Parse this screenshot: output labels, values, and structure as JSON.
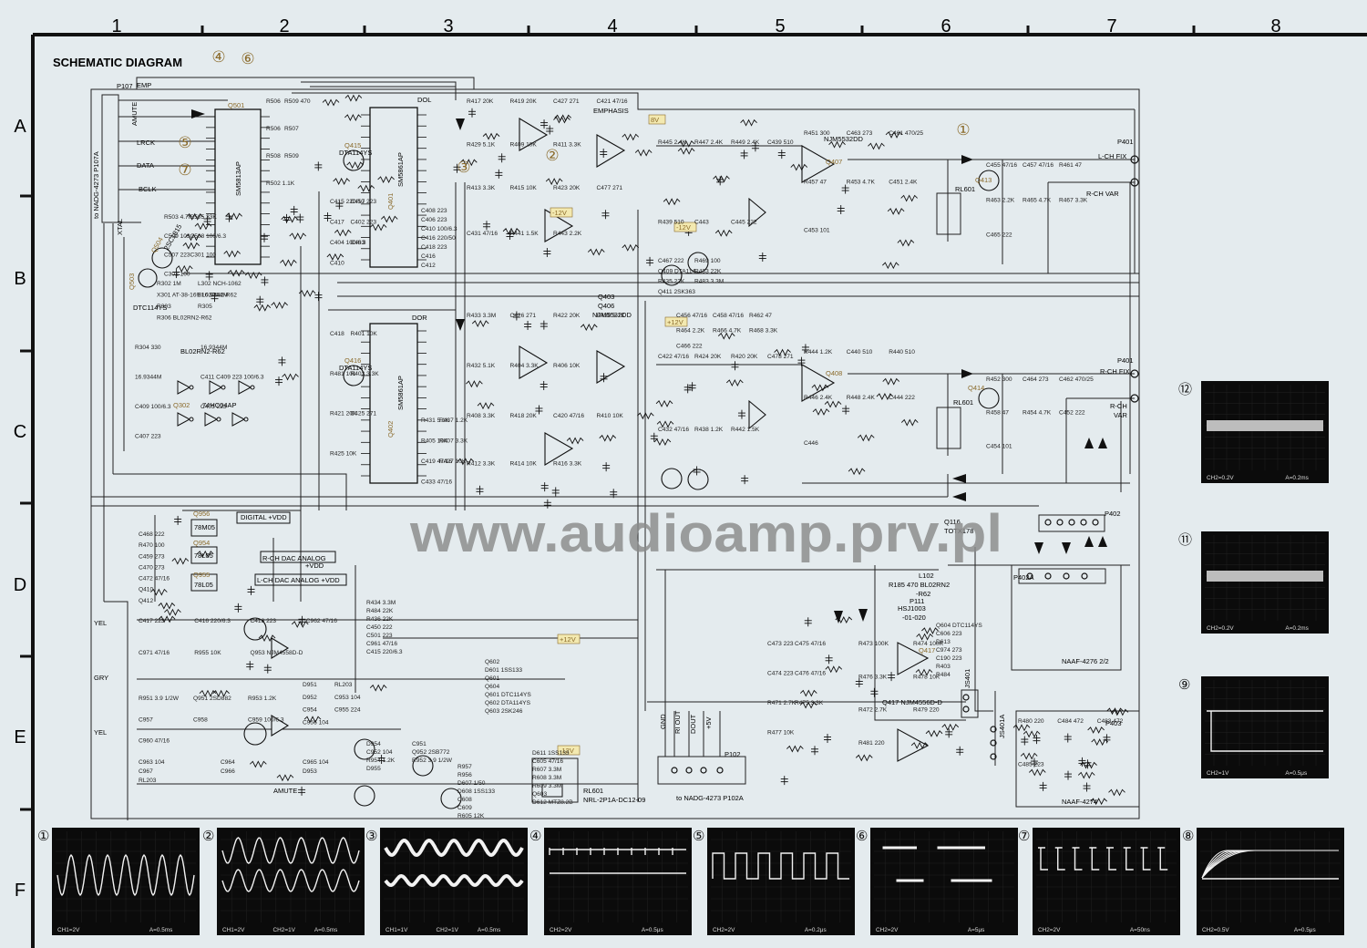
{
  "title": "SCHEMATIC DIAGRAM",
  "watermark": "www.audioamp.prv.pl",
  "grid": {
    "columns": [
      "1",
      "2",
      "3",
      "4",
      "5",
      "6",
      "7",
      "8"
    ],
    "rows": [
      "A",
      "B",
      "C",
      "D",
      "E",
      "F"
    ]
  },
  "callouts": {
    "c1": "①",
    "c2": "②",
    "c3": "③",
    "c4": "④",
    "c5": "⑤",
    "c6": "⑥",
    "c7": "⑦"
  },
  "connectors": {
    "p107": "P107",
    "p107_to": "to NADG-4273  P107A",
    "p107_pins": [
      "EMP",
      "AMUTE",
      "LRCK",
      "DATA",
      "BCLK",
      "XTAL"
    ],
    "p102": "P102",
    "p102_to": "to NADG-4273  P102A",
    "p102_pins": [
      "GND",
      "RI OUT",
      "DOUT",
      "+5V"
    ],
    "p401_top": "P401",
    "l_ch_fix": "L-CH FIX",
    "r_ch_var_top": "R-CH VAR",
    "p401_mid": "P401",
    "r_ch_fix": "R-CH FIX",
    "r_ch_var_mid": "R-CH",
    "var_mid": "VAR",
    "p402": "P402",
    "p402a": "P402A",
    "p403": "P403",
    "js401": "JS401",
    "js401a": "JS401A",
    "naaf_4276": "NAAF-4276  2/2",
    "naaf_4274": "NAAF-4274"
  },
  "ic_labels": {
    "q501": "Q501",
    "sm5813": "SM5813AP",
    "q401": "Q401",
    "sm5861_a": "SM5861AP",
    "q402": "Q402",
    "sm5861_b": "SM5861AP",
    "dol": "DOL",
    "dor": "DOR",
    "q415": "Q415",
    "dta114ys_a": "DTA114YS",
    "q416": "Q416",
    "dta114ys_b": "DTA114YS",
    "q302": "Q302",
    "hc04": "74HC04AP",
    "q504": "Q504",
    "c1815": "2SC1815",
    "q503": "Q503",
    "dtc114ys": "DTC114YS",
    "q407": "Q407",
    "njm5532dd": "NJM5532DD",
    "q403": "Q403",
    "q406": "Q406",
    "njm5532dd_b": "NJM5532DD",
    "q408": "Q408",
    "q413": "Q413",
    "q414": "Q414",
    "q956": "Q956",
    "m78m05": "78M05",
    "q954": "Q954",
    "l78l05_a": "78L05",
    "q955": "Q955",
    "l78l05_b": "78L05",
    "q116": "Q116",
    "totx": "TOTX178",
    "q417": "Q417",
    "njm4556": "Q417  NJM4556D-D"
  },
  "net_labels": {
    "emphasis": "EMPHASIS",
    "v8": "8V",
    "m12v_a": "-12V",
    "m12v_b": "-12V",
    "m12v_c": "-12V",
    "m12v_d": "-12V",
    "p12v_a": "+12V",
    "p12v_b": "+12V",
    "digital_vdd": "DIGITAL +VDD",
    "rch_dac": "R-CH DAC ANALOG",
    "rch_dac_vdd": "+VDD",
    "lch_dac": "L-CH DAC ANALOG +VDD",
    "yel_a": "YEL",
    "gry": "GRY",
    "yel_b": "YEL",
    "amute": "AMUTE",
    "rl601_a": "RL601",
    "rl601_b": "RL601",
    "rl601_part": "RL601",
    "rl601_type": "NRL-2P1A-DC12-09",
    "hsj": "HSJ1003",
    "hsj2": "-01-020",
    "p111": "P111",
    "l102": "L102",
    "bl02": "BL02RN2-R62",
    "r185": "R185  470  BL02RN2",
    "r185b": "-R62"
  },
  "component_labels": [
    "R506",
    "R509 470",
    "R506",
    "R507",
    "R508",
    "R509",
    "R502 1.1K",
    "R503 4.7K",
    "R505 33K",
    "C509 103",
    "C508 100/6.3",
    "C507 223",
    "C301 100",
    "C302 100",
    "R302 1M",
    "L302 NCH-1062",
    "X301 AT-38-169 16.9344M",
    "BL02RN2-R62",
    "R303",
    "R305",
    "R306 BL02RN2-R62",
    "R304 330",
    "16.9344M",
    "16.9344M",
    "C411 C409 223 100/6.3",
    "C409 100/6.3",
    "C405 223",
    "C407 223",
    "C415 220/50",
    "C417 223",
    "C417",
    "C402 223",
    "C404 100/6.3",
    "C403",
    "C410",
    "C408 223",
    "C406 223",
    "C410 100/6.3",
    "C416 220/50",
    "C418 223",
    "C416",
    "C412",
    "C418",
    "R401 10K",
    "R481 101",
    "R403 3.3K",
    "R421 20K",
    "C425 271",
    "R425 10K",
    "R431 5.1K",
    "R437 1.2K",
    "R405 10K",
    "R407 3.3K",
    "C419 47/16",
    "R427 10K",
    "C433 47/16",
    "R417 20K",
    "R419 20K",
    "C427 271",
    "C421 47/16",
    "R429 5.1K",
    "R409 10K",
    "R411 3.3K",
    "R413 3.3K",
    "R415 10K",
    "R423 20K",
    "C477 271",
    "C431 47/16",
    "R441 1.5K",
    "R443 2.2K",
    "R445 2.4K",
    "R447 2.4K",
    "R449 2.4K",
    "C439 510",
    "R439 510",
    "C443",
    "C445 222",
    "R451 300",
    "C463 273",
    "C461 470/25",
    "R457 47",
    "R453 4.7K",
    "C451 2.4K",
    "C453 101",
    "C455 47/16",
    "C457 47/16",
    "R461 47",
    "R463 2.2K",
    "R465 4.7K",
    "R467 3.3K",
    "C465 222",
    "C467 222",
    "R469 100",
    "Q409 DTA114",
    "R433 22K",
    "R435 22K",
    "R483 3.3M",
    "Q411 2SK363",
    "R433 3.3M",
    "C426 271",
    "R422 20K",
    "R430 5.1K",
    "R432 5.1K",
    "R404 3.3K",
    "R406 10K",
    "R408 3.3K",
    "R418 20K",
    "C420 47/16",
    "R410 10K",
    "R412 3.3K",
    "R414 10K",
    "R416 3.3K",
    "C422 47/16",
    "R424 20K",
    "R420 20K",
    "C478 271",
    "C432 47/16",
    "R438 1.2K",
    "R442 1.5K",
    "R444 1.2K",
    "C440 510",
    "R440 510",
    "R446 2.4K",
    "R448 2.4K",
    "C444 222",
    "C446",
    "R452 300",
    "C464 273",
    "C462 470/25",
    "R458 47",
    "R454 4.7K",
    "C452 222",
    "C454 101",
    "C456 47/16",
    "C458 47/16",
    "R462 47",
    "R464 2.2K",
    "R466 4.7K",
    "R468 3.3K",
    "C466 222",
    "C468 222",
    "R470 100",
    "C459 273",
    "C470 273",
    "C472 47/16",
    "Q410",
    "Q412",
    "R434 3.3M",
    "R484 22K",
    "R436 22K",
    "C450 222",
    "C501 223",
    "C961 47/16",
    "C415 220/6.3",
    "C417 223",
    "C416 220/6.3",
    "C418 223",
    "C962 47/16",
    "C971 47/16",
    "R955 10K",
    "Q953 NJM4558D-D",
    "D951",
    "RL203",
    "D952",
    "C953 104",
    "C954",
    "C955 224",
    "C956 104",
    "R951 3.9 1/2W",
    "Q951 2SD882",
    "R953 1.2K",
    "C957",
    "C958",
    "C959 100/6.3",
    "C960 47/16",
    "C963 104",
    "C964",
    "C965 104",
    "C967",
    "C966",
    "D953",
    "RL203",
    "D954",
    "C951",
    "C952 104",
    "Q952 2SB772",
    "R954 1.2K",
    "R952 3.9 1/2W",
    "D955",
    "R957",
    "R956",
    "D607 1/50",
    "D608 1SS133",
    "C608",
    "C609",
    "R605 12K",
    "D611 1SS133",
    "C605 47/16",
    "R607 3.3M",
    "R608 3.3M",
    "R609 3.3M",
    "Q603",
    "D612 MTZ8.2B",
    "Q602",
    "D601 1SS133",
    "Q601",
    "Q604",
    "Q601 DTC114YS",
    "Q602 DTA114YS",
    "Q603 2SK246",
    "Q604 DTC114YS",
    "C606 223",
    "D613",
    "C974 273",
    "C190 223",
    "R403",
    "R484",
    "C473 223",
    "C475 47/16",
    "C474 223",
    "C476 47/16",
    "R471 2.7K",
    "R475 3.3K",
    "R477 10K",
    "R473 100K",
    "R474 100K",
    "R476 3.3K",
    "R478 10K",
    "R472 2.7K",
    "R479 220",
    "R481 220",
    "R480 220",
    "C484 472",
    "C483 472",
    "C485 223"
  ],
  "scopes": [
    {
      "num": "①",
      "left": "CH1=2V",
      "right": "A=0.5ms"
    },
    {
      "num": "②",
      "left": "CH1=2V",
      "mid": "CH2=1V",
      "right": "A=0.5ms"
    },
    {
      "num": "③",
      "left": "CH1=1V",
      "mid": "CH2=1V",
      "right": "A=0.5ms"
    },
    {
      "num": "④",
      "left": "CH2=2V",
      "right": "A=0.5μs"
    },
    {
      "num": "⑤",
      "left": "CH2=2V",
      "right": "A=0.2μs"
    },
    {
      "num": "⑥",
      "left": "CH2=2V",
      "right": "A=5μs"
    },
    {
      "num": "⑦",
      "left": "CH2=2V",
      "right": "A=50ns"
    },
    {
      "num": "⑧",
      "left": "CH2=0.5V",
      "right": "A=0.5μs"
    },
    {
      "num": "⑨",
      "left": "CH2=1V",
      "right": "A=0.5μs"
    },
    {
      "num": "⑪",
      "left": "CH2=0.2V",
      "right": "A=0.2ms"
    },
    {
      "num": "⑫",
      "left": "CH2=0.2V",
      "right": "A=0.2ms"
    }
  ]
}
